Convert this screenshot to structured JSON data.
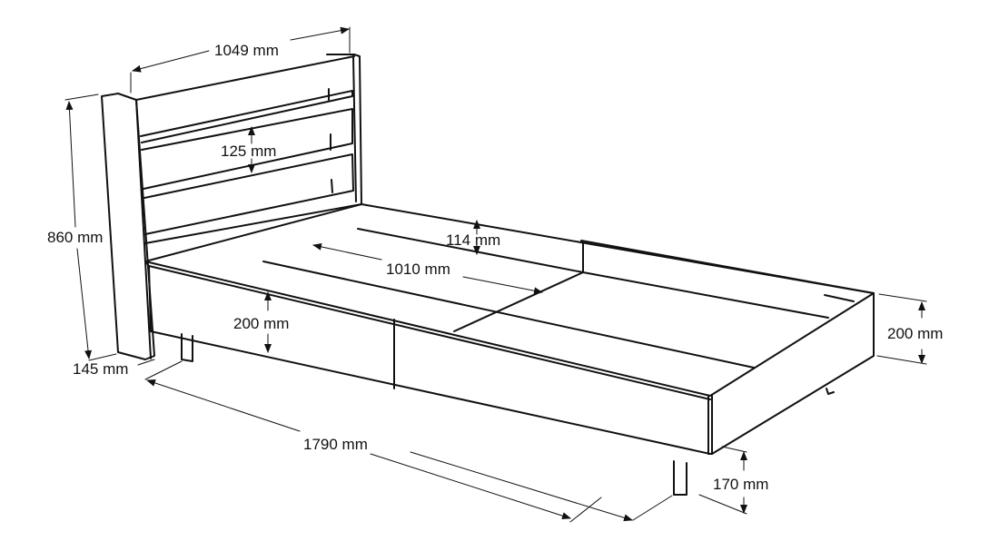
{
  "diagram": {
    "subject": "Single bed with slatted headboard — dimensional line drawing",
    "line_color": "#111111",
    "background": "#ffffff",
    "unit": "mm",
    "dimensions": {
      "headboard_width": "1049 mm",
      "headboard_slat_gap": "125 mm",
      "headboard_height": "860 mm",
      "headboard_depth": "145 mm",
      "side_rail_height": "200 mm",
      "inner_rail_height": "114 mm",
      "inner_width": "1010 mm",
      "total_length": "1790 mm",
      "foot_rail_height": "200 mm",
      "floor_clearance": "170 mm"
    }
  }
}
